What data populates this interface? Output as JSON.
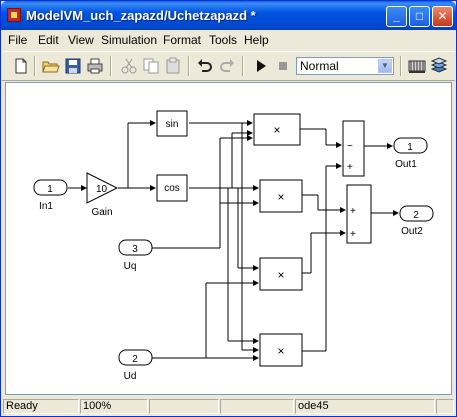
{
  "window": {
    "title": "ModelVM_uch_zapazd/Uchetzapazd *",
    "controls": {
      "minimize": "_",
      "maximize": "□",
      "close": "✕"
    }
  },
  "menu": [
    "File",
    "Edit",
    "View",
    "Simulation",
    "Format",
    "Tools",
    "Help"
  ],
  "toolbar": {
    "tools": [
      "new-model",
      "open",
      "save",
      "print",
      "cut",
      "copy",
      "paste",
      "undo",
      "redo",
      "start-simulation",
      "stop-simulation",
      "library-browser",
      "model-explorer"
    ],
    "sim_mode": "Normal"
  },
  "diagram": {
    "in1": {
      "port": "1",
      "label": "In1"
    },
    "gain": {
      "value": "10",
      "label": "Gain"
    },
    "sin": "sin",
    "cos": "cos",
    "uq": {
      "port": "3",
      "label": "Uq"
    },
    "ud": {
      "port": "2",
      "label": "Ud"
    },
    "product_symbol": "×",
    "sum1_signs": [
      "−",
      "+"
    ],
    "sum2_signs": [
      "+",
      "+"
    ],
    "out1": {
      "port": "1",
      "label": "Out1"
    },
    "out2": {
      "port": "2",
      "label": "Out2"
    }
  },
  "status": {
    "state": "Ready",
    "zoom": "100%",
    "solver": "ode45"
  }
}
